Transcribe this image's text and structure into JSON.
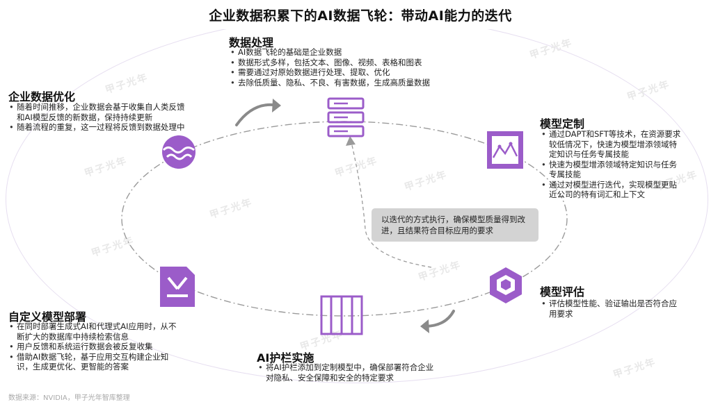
{
  "title": "企业数据积累下的AI数据飞轮：带动AI能力的迭代",
  "center_note": "以迭代的方式执行，确保模型质量得到改进，且结果符合目标应用的要求",
  "watermark": "甲子光年",
  "source": "数据来源：NVIDIA，甲子光年智库整理",
  "stages": {
    "data_processing": {
      "heading": "数据处理",
      "bullets": [
        "AI数据飞轮的基础是企业数据",
        "数据形式多样，包括文本、图像、视频、表格和图表",
        "需要通过对原始数据进行处理、提取、优化",
        "去除低质量、隐私、不良、有害数据，生成高质量数据"
      ]
    },
    "model_customization": {
      "heading": "模型定制",
      "bullets": [
        "通过DAPT和SFT等技术，在资源要求较低情况下，快速为模型增添领域特定知识与任务专属技能",
        "快速为模型增添领域特定知识与任务专属技能",
        "通过对模型进行迭代，实现模型更贴近公司的特有词汇和上下文"
      ]
    },
    "model_evaluation": {
      "heading": "模型评估",
      "bullets": [
        "评估模型性能、验证输出是否符合应用要求"
      ]
    },
    "ai_guardrails": {
      "heading": "AI护栏实施",
      "bullets": [
        "将AI护栏添加到定制模型中，确保部署符合企业对隐私、安全保障和安全的特定要求"
      ]
    },
    "custom_deployment": {
      "heading": "自定义模型部署",
      "bullets": [
        "在同时部署生成式AI和代理式AI应用时，从不断扩大的数据库中持续检索信息",
        "用户反馈和系统运行数据会被反复收集",
        "借助AI数据飞轮，基于应用交互构建企业知识，生成更优化、更智能的答案"
      ]
    },
    "enterprise_data_optimization": {
      "heading": "企业数据优化",
      "bullets": [
        "随着时间推移，企业数据会基于收集自人类反馈和AI模型反馈的新数据，保持持续更新",
        "随着流程的重复，这一过程将反馈到数据处理中"
      ]
    }
  },
  "colors": {
    "accent": "#9b5cc9",
    "arrow_gray": "#7a7a7a",
    "box_gray": "#d3d3d3"
  },
  "icons": {
    "data_processing": "server-stack-icon",
    "model_customization": "chart-frame-icon",
    "model_evaluation": "cube-icon",
    "ai_guardrails": "guardrail-bars-icon",
    "custom_deployment": "download-document-icon",
    "enterprise_data_optimization": "water-wave-icon"
  }
}
